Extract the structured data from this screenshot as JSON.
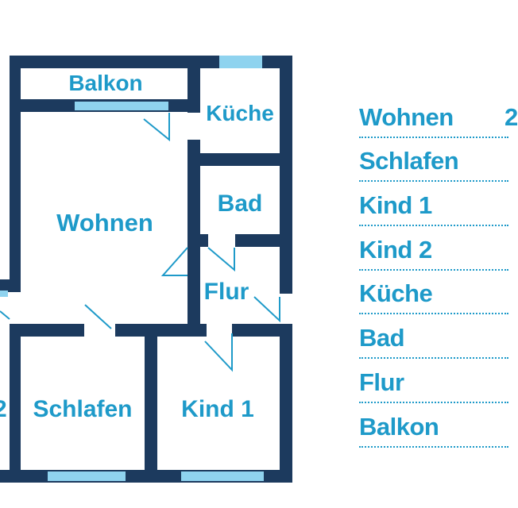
{
  "colors": {
    "wall": "#1c3a5e",
    "window": "#8fd3ef",
    "text": "#1e9ac9"
  },
  "rooms": {
    "balkon": "Balkon",
    "kueche": "Küche",
    "wohnen": "Wohnen",
    "bad": "Bad",
    "flur": "Flur",
    "schlafen": "Schlafen",
    "kind1": "Kind 1",
    "kind2_fragment": "2"
  },
  "legend": {
    "items": [
      {
        "name": "Wohnen",
        "trail": "2"
      },
      {
        "name": "Schlafen",
        "trail": ""
      },
      {
        "name": "Kind 1",
        "trail": ""
      },
      {
        "name": "Kind 2",
        "trail": ""
      },
      {
        "name": "Küche",
        "trail": ""
      },
      {
        "name": "Bad",
        "trail": ""
      },
      {
        "name": "Flur",
        "trail": ""
      },
      {
        "name": "Balkon",
        "trail": ""
      }
    ]
  }
}
